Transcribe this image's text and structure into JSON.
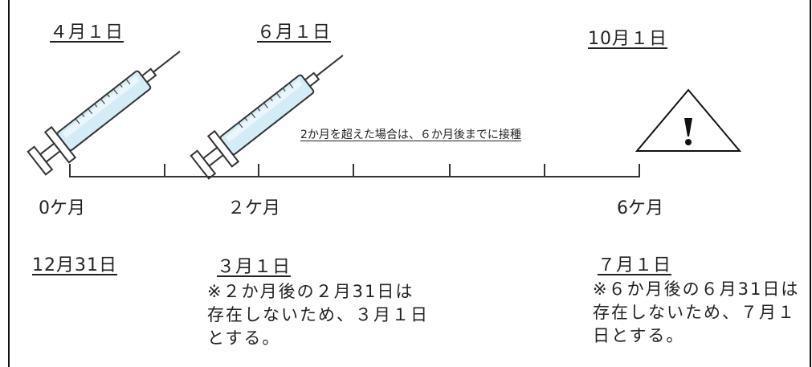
{
  "top_dates": {
    "apr1": "４月１日",
    "jun1": "６月１日",
    "oct1": "10月１日"
  },
  "timeline": {
    "label_0": "0ケ月",
    "label_2": "２ケ月",
    "label_6": "6ケ月",
    "note": "2か月を超えた場合は、６か月後までに接種"
  },
  "bottom": {
    "dec31": "12月31日",
    "mar1": "３月１日",
    "mar1_note": "※２か月後の２月31日は存在しないため、３月１日とする。",
    "jul1": "７月１日",
    "jul1_note": "※６か月後の６月31日は存在しないため、７月１日とする。"
  },
  "icons": {
    "syringe": "syringe-icon",
    "warning": "warning-icon"
  }
}
